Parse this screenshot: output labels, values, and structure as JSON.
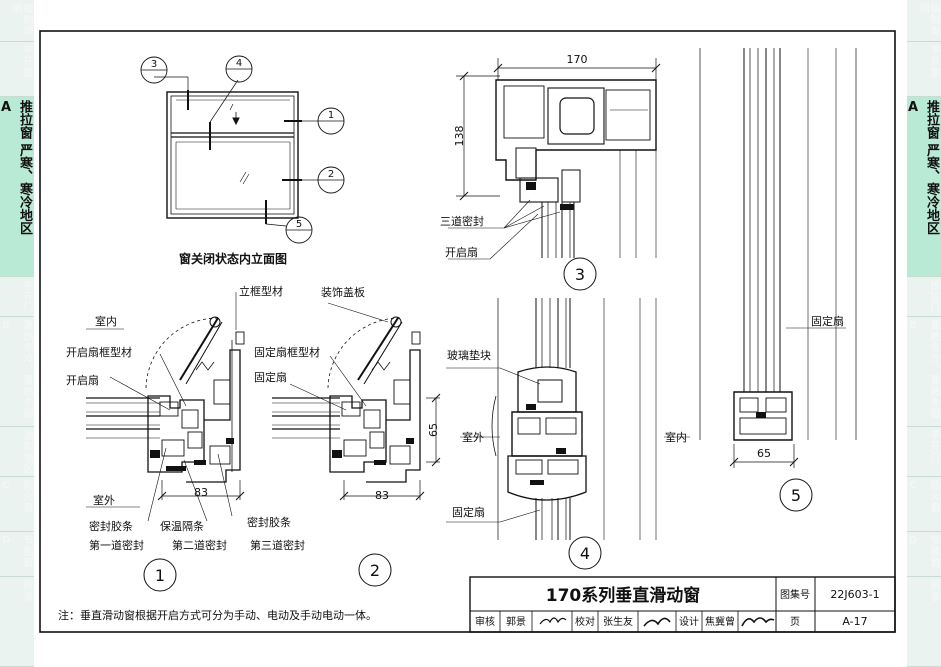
{
  "side_tabs_left": [
    {
      "code": "",
      "label": "编制说明",
      "active": false
    },
    {
      "code": "",
      "label": "平开窗",
      "active": false
    },
    {
      "code": "A",
      "label": "推拉窗 严寒、寒冷地区",
      "active": true
    },
    {
      "code": "",
      "label": "平开门",
      "active": false
    },
    {
      "code": "B",
      "label": "夏热冬冷、夏热冬暖",
      "active": false
    },
    {
      "code": "",
      "label": "温和地区",
      "active": false
    },
    {
      "code": "C",
      "label": "防火窗",
      "active": false
    },
    {
      "code": "D",
      "label": "节能窗",
      "active": false
    },
    {
      "code": "",
      "label": "附录",
      "active": false
    }
  ],
  "side_tabs_right": [
    {
      "code": "",
      "label": "编制说明",
      "active": false
    },
    {
      "code": "",
      "label": "平开窗",
      "active": false
    },
    {
      "code": "A",
      "label": "推拉窗 严寒、寒冷地区",
      "active": true
    },
    {
      "code": "",
      "label": "推拉门",
      "active": false
    },
    {
      "code": "B",
      "label": "夏热冬冷、夏热冬暖",
      "active": false
    },
    {
      "code": "",
      "label": "平开门",
      "active": false
    },
    {
      "code": "C",
      "label": "防火窗",
      "active": false
    },
    {
      "code": "D",
      "label": "节能窗",
      "active": false
    },
    {
      "code": "",
      "label": "附录",
      "active": false
    }
  ],
  "elevation": {
    "caption": "窗关闭状态内立面图",
    "markers": [
      "3",
      "4",
      "1",
      "2",
      "5"
    ]
  },
  "detail1": {
    "number": "1",
    "labels": {
      "indoor": "室内",
      "frame": "开启扇框型材",
      "sash": "开启扇",
      "outdoor": "室外",
      "seal_strip": "密封胶条",
      "thermal_strip": "保温隔条",
      "seal_strip2": "密封胶条",
      "first_seal": "第一道密封",
      "second_seal": "第二道密封",
      "third_seal": "第三道密封",
      "vertical_frame": "立框型材"
    },
    "dim_83": "83"
  },
  "detail2": {
    "number": "2",
    "labels": {
      "cover": "装饰盖板",
      "fixed_frame": "固定扇框型材",
      "fixed_sash": "固定扇"
    },
    "dim_83": "83",
    "dim_65": "65"
  },
  "detail3": {
    "number": "3",
    "dim_170": "170",
    "dim_138": "138",
    "labels": {
      "triple_seal": "三道密封",
      "sash": "开启扇"
    }
  },
  "detail4": {
    "number": "4",
    "labels": {
      "glass_block": "玻璃垫块",
      "outdoor": "室外",
      "indoor": "室内",
      "fixed": "固定扇"
    }
  },
  "detail5": {
    "number": "5",
    "labels": {
      "fixed": "固定扇"
    },
    "dim_65": "65"
  },
  "title_block": {
    "title": "170系列垂直滑动窗",
    "atlas_label": "图集号",
    "atlas_no": "22J603-1",
    "review_label": "审核",
    "reviewer": "郭景",
    "proof_label": "校对",
    "proofer": "张生友",
    "design_label": "设计",
    "designer": "焦冀曾",
    "page_label": "页",
    "page_no": "A-17"
  },
  "note": "注：垂直滑动窗根据开启方式可分为手动、电动及手动电动一体。"
}
